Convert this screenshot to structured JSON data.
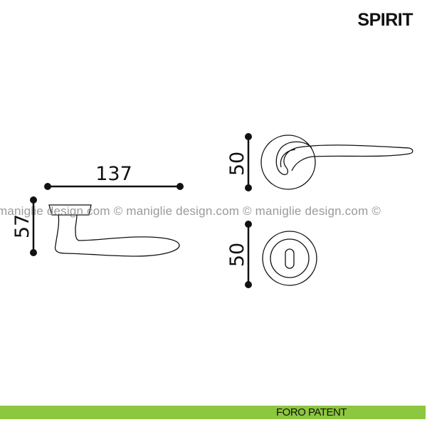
{
  "title": "SPIRIT",
  "dimensions": {
    "length": "137",
    "height": "57",
    "rose_diameter": "50",
    "escutcheon_diameter": "50"
  },
  "watermark": "maniglie design.com © maniglie design.com © maniglie design.com ©",
  "footer": {
    "label": "FORO PATENT",
    "color": "#8dc63f"
  }
}
